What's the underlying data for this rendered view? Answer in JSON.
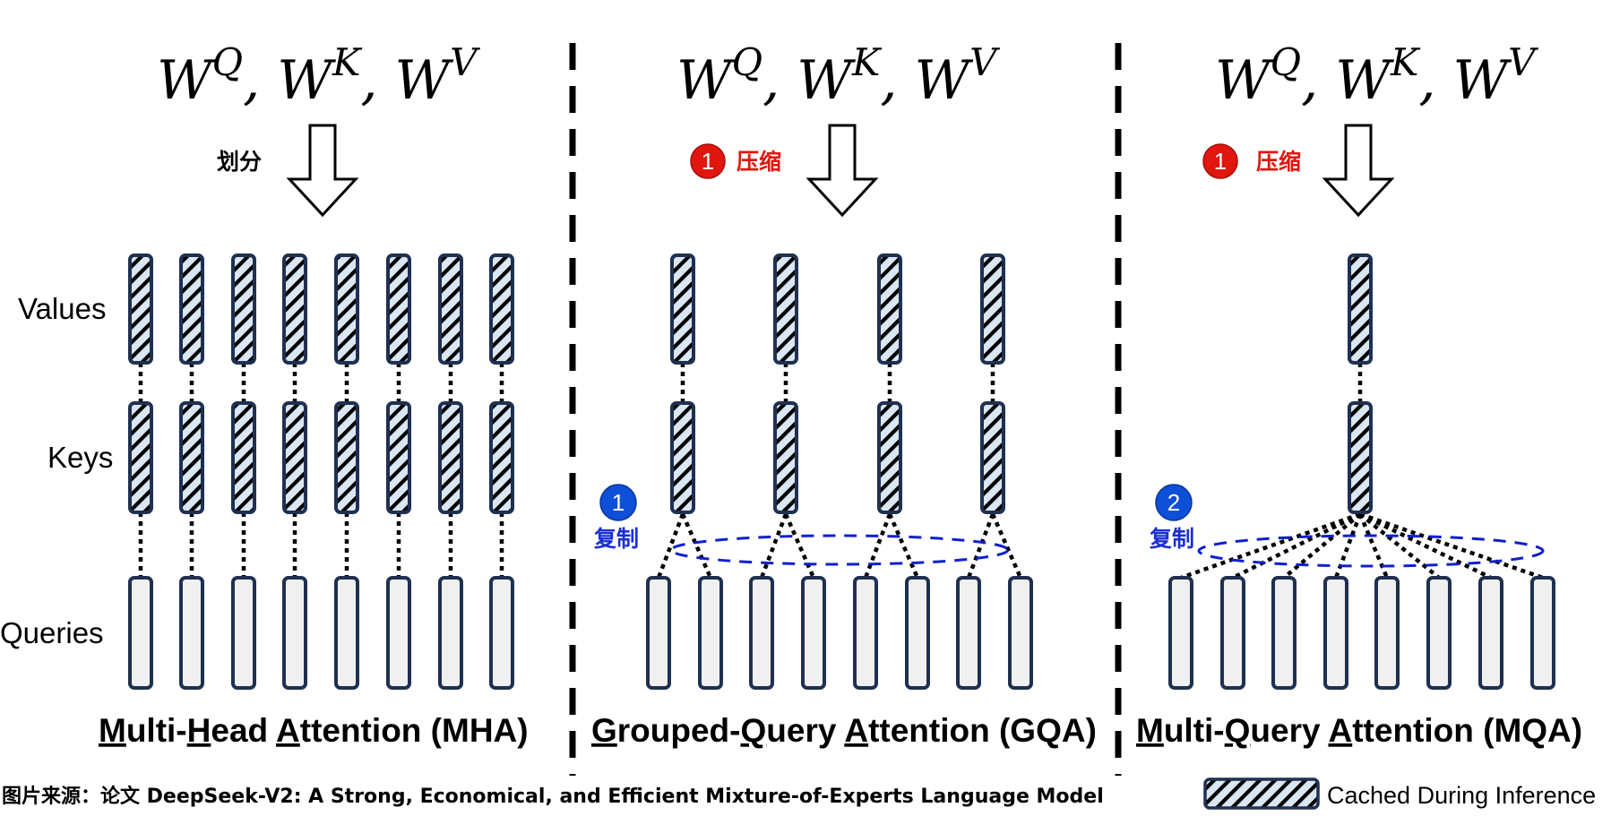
{
  "colors": {
    "box_border": "#1f3050",
    "cached_fill": "#dbe6f3",
    "query_fill": "#f0f0f0",
    "compress_red": "#e0160f",
    "replicate_blue": "#0d4fd6",
    "replicate_text": "#1a2fd6",
    "group_ellipse": "#1020d0"
  },
  "row_labels": {
    "values": "Values",
    "keys": "Keys",
    "queries": "Queries"
  },
  "panels": [
    {
      "id": "mha",
      "formula": {
        "w": "W",
        "sup_q": "Q",
        "sup_k": "K",
        "sup_v": "V",
        "sep": ","
      },
      "arrow_label": "划分",
      "arrow_badge": null,
      "replicate": null,
      "title_parts": [
        {
          "text": "M",
          "u": true
        },
        {
          "text": "ulti-",
          "u": false
        },
        {
          "text": "H",
          "u": true
        },
        {
          "text": "ead ",
          "u": false
        },
        {
          "text": "A",
          "u": true
        },
        {
          "text": "ttention (MHA)",
          "u": false
        }
      ],
      "title": "Multi-Head Attention (MHA)",
      "num_kv_heads": 8,
      "num_query_heads": 8
    },
    {
      "id": "gqa",
      "formula": {
        "w": "W",
        "sup_q": "Q",
        "sup_k": "K",
        "sup_v": "V",
        "sep": ","
      },
      "arrow_label": "压缩",
      "arrow_badge": "1",
      "replicate": {
        "badge": "1",
        "label": "复制"
      },
      "title_parts": [
        {
          "text": "G",
          "u": true
        },
        {
          "text": "rouped-",
          "u": false
        },
        {
          "text": "Q",
          "u": true
        },
        {
          "text": "uery ",
          "u": false
        },
        {
          "text": "A",
          "u": true
        },
        {
          "text": "ttention (GQA)",
          "u": false
        }
      ],
      "title": "Grouped-Query Attention (GQA)",
      "num_kv_heads": 4,
      "num_query_heads": 8
    },
    {
      "id": "mqa",
      "formula": {
        "w": "W",
        "sup_q": "Q",
        "sup_k": "K",
        "sup_v": "V",
        "sep": ","
      },
      "arrow_label": "压缩",
      "arrow_badge": "1",
      "replicate": {
        "badge": "2",
        "label": "复制"
      },
      "title_parts": [
        {
          "text": "M",
          "u": true
        },
        {
          "text": "ulti-",
          "u": false
        },
        {
          "text": "Q",
          "u": true
        },
        {
          "text": "uery ",
          "u": false
        },
        {
          "text": "A",
          "u": true
        },
        {
          "text": "ttention (MQA)",
          "u": false
        }
      ],
      "title": "Multi-Query Attention (MQA)",
      "num_kv_heads": 1,
      "num_query_heads": 8
    }
  ],
  "footer": {
    "source": "图片来源：论文 DeepSeek-V2: A Strong, Economical, and Efficient Mixture-of-Experts Language Model"
  },
  "legend": {
    "label": "Cached During Inference",
    "swatch": "hatched-box"
  }
}
